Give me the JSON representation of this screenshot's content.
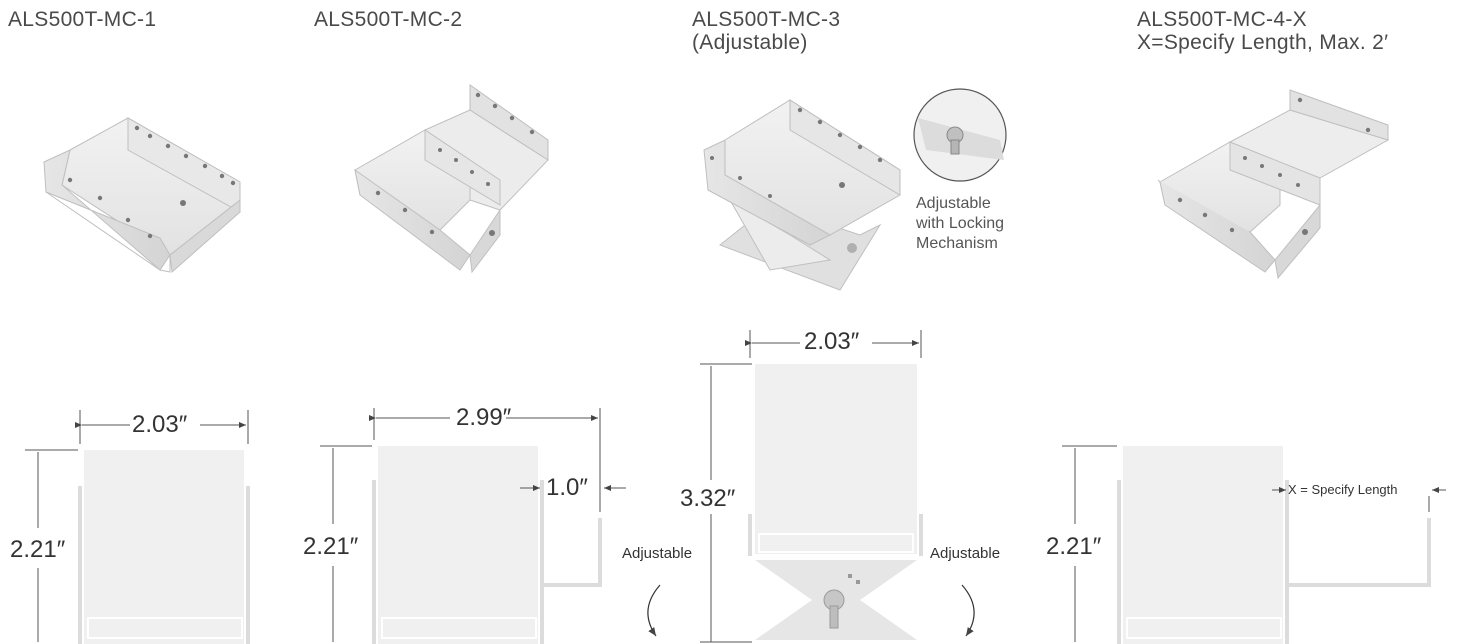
{
  "products": [
    {
      "title": "ALS500T-MC-1",
      "subtitle": ""
    },
    {
      "title": "ALS500T-MC-2",
      "subtitle": ""
    },
    {
      "title": "ALS500T-MC-3",
      "subtitle": "(Adjustable)"
    },
    {
      "title": "ALS500T-MC-4-X",
      "subtitle": "X=Specify Length, Max. 2′"
    }
  ],
  "callout": {
    "line1": "Adjustable",
    "line2": "with Locking",
    "line3": "Mechanism"
  },
  "dimensions": {
    "mc1": {
      "width": "2.03″",
      "height": "2.21″"
    },
    "mc2": {
      "width": "2.99″",
      "height": "2.21″",
      "offset": "1.0″"
    },
    "mc3": {
      "width": "2.03″",
      "height": "3.32″",
      "left_label": "Adjustable",
      "right_label": "Adjustable"
    },
    "mc4": {
      "height": "2.21″",
      "offset": "X = Specify Length"
    }
  },
  "colors": {
    "part": "#f0f0f0",
    "part_shade": "#dcdcdc",
    "line": "#555555",
    "outline": "#c8c8c8"
  }
}
